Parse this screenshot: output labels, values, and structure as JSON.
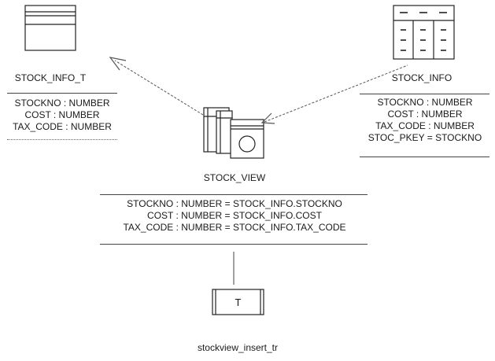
{
  "nodes": {
    "stock_info_t": {
      "name": "STOCK_INFO_T",
      "attributes": [
        "STOCKNO : NUMBER",
        "COST : NUMBER",
        "TAX_CODE : NUMBER"
      ]
    },
    "stock_info": {
      "name": "STOCK_INFO",
      "attributes": [
        "STOCKNO : NUMBER",
        "COST : NUMBER",
        "TAX_CODE : NUMBER",
        "STOC_PKEY = STOCKNO"
      ]
    },
    "stock_view": {
      "name": "STOCK_VIEW",
      "attributes": [
        "STOCKNO : NUMBER = STOCK_INFO.STOCKNO",
        "COST : NUMBER = STOCK_INFO.COST",
        "TAX_CODE : NUMBER = STOCK_INFO.TAX_CODE"
      ]
    },
    "trigger": {
      "name": "stockview_insert_tr",
      "icon_letter": "T"
    }
  },
  "icons": {
    "stock_info_t": "object-type-icon",
    "stock_info": "table-icon",
    "stock_view": "view-icon",
    "trigger": "trigger-icon"
  },
  "colors": {
    "line": "#333333",
    "arrow": "#555555"
  }
}
